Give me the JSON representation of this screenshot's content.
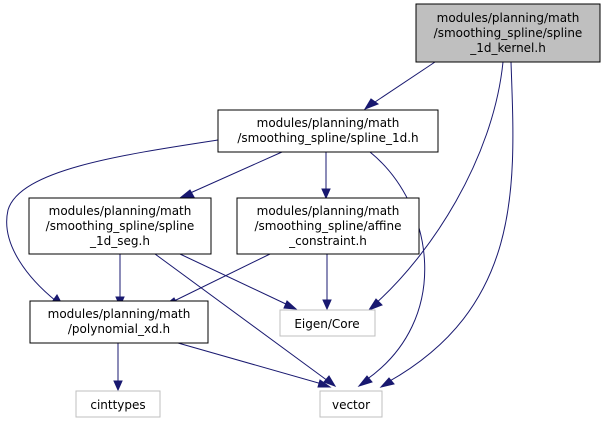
{
  "colors": {
    "focus_fill": "#bfbfbf",
    "node_fill": "#ffffff",
    "node_stroke": "#000000",
    "external_stroke": "#bfbfbf",
    "edge": "#191970"
  },
  "nodes": {
    "kernel": {
      "lines": [
        "modules/planning/math",
        "/smoothing_spline/spline",
        "_1d_kernel.h"
      ]
    },
    "spline1d": {
      "lines": [
        "modules/planning/math",
        "/smoothing_spline/spline_1d.h"
      ]
    },
    "seg": {
      "lines": [
        "modules/planning/math",
        "/smoothing_spline/spline",
        "_1d_seg.h"
      ]
    },
    "affine": {
      "lines": [
        "modules/planning/math",
        "/smoothing_spline/affine",
        "_constraint.h"
      ]
    },
    "poly": {
      "lines": [
        "modules/planning/math",
        "/polynomial_xd.h"
      ]
    },
    "eigen": {
      "lines": [
        "Eigen/Core"
      ]
    },
    "cinttypes": {
      "lines": [
        "cinttypes"
      ]
    },
    "vector": {
      "lines": [
        "vector"
      ]
    }
  }
}
